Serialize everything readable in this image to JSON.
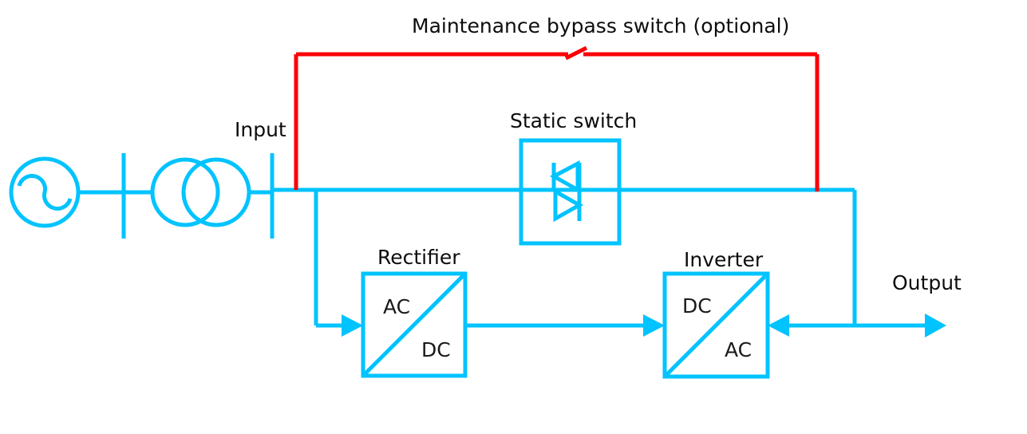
{
  "diagram": {
    "kind": "ups-single-line-block-diagram",
    "background_color": "#ffffff",
    "colors": {
      "power_line": "#00c3ff",
      "bypass_line": "#fb0007",
      "text": "#0d0d0d"
    },
    "title": "Maintenance bypass switch (optional)",
    "labels": {
      "maintenance_bypass": "Maintenance bypass switch (optional)",
      "input": "Input",
      "static_switch": "Static switch",
      "rectifier": "Rectifier",
      "inverter": "Inverter",
      "output": "Output"
    },
    "blocks": [
      {
        "name": "rectifier",
        "label": "Rectifier",
        "top_left_text": "AC",
        "bottom_right_text": "DC"
      },
      {
        "name": "inverter",
        "label": "Inverter",
        "top_left_text": "DC",
        "bottom_right_text": "AC"
      },
      {
        "name": "static-switch",
        "label": "Static switch",
        "symbol": "anti-parallel-thyristor-pair"
      }
    ],
    "symbols": {
      "ac_source": "sine-wave-in-circle",
      "transformer": "two-overlapping-circles",
      "busbar_count": 2,
      "bypass_switch_state": "open"
    }
  }
}
